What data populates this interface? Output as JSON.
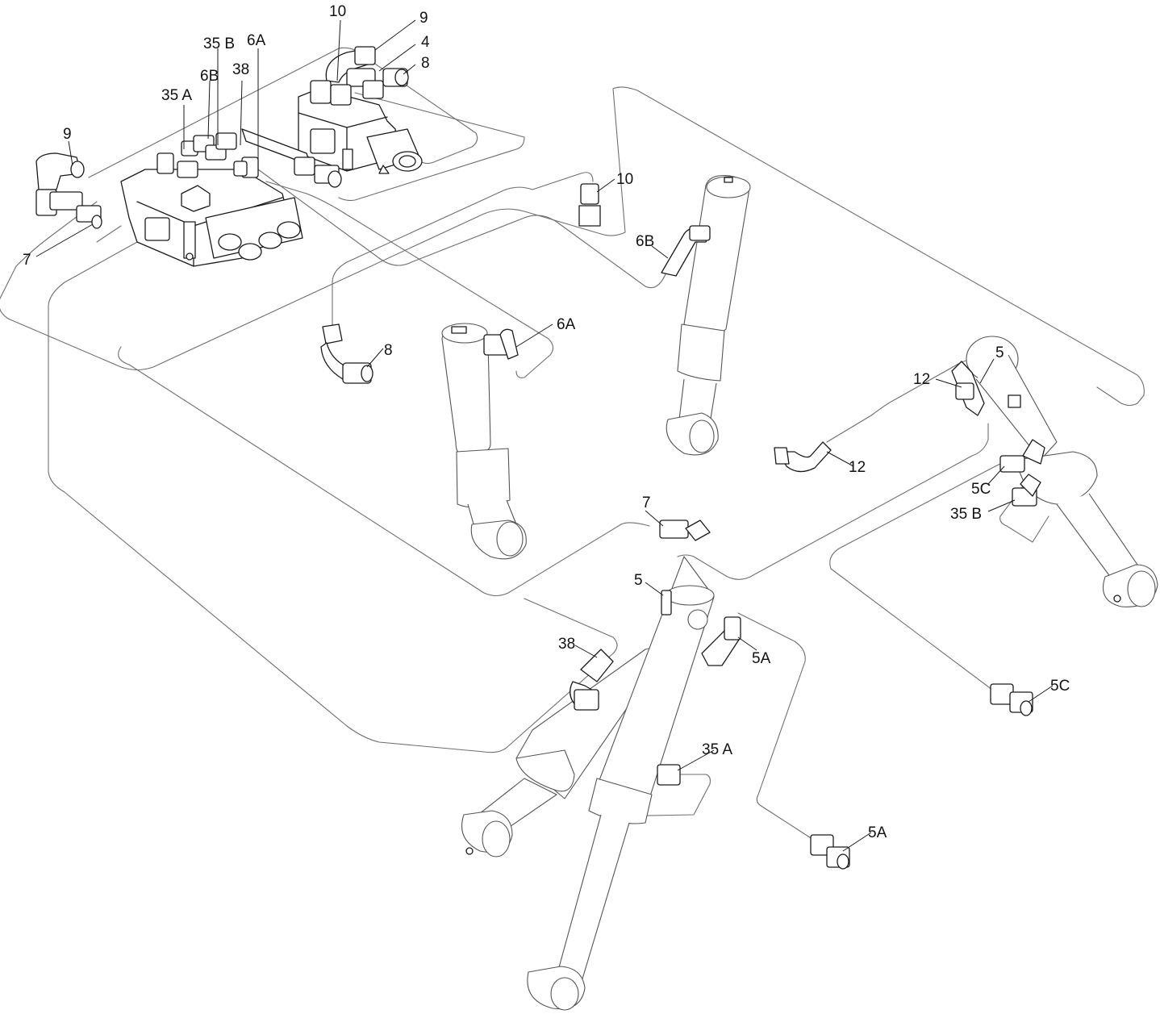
{
  "diagram": {
    "title": "",
    "callouts": [
      {
        "id": "c-10-top",
        "text": "10"
      },
      {
        "id": "c-9-top",
        "text": "9"
      },
      {
        "id": "c-4",
        "text": "4"
      },
      {
        "id": "c-8-top",
        "text": "8"
      },
      {
        "id": "c-35b-top",
        "text": "35 B"
      },
      {
        "id": "c-6a-top",
        "text": "6A"
      },
      {
        "id": "c-6b-top",
        "text": "6B"
      },
      {
        "id": "c-38-top",
        "text": "38"
      },
      {
        "id": "c-35a-top",
        "text": "35 A"
      },
      {
        "id": "c-9-left",
        "text": "9"
      },
      {
        "id": "c-7-left",
        "text": "7"
      },
      {
        "id": "c-10-mid",
        "text": "10"
      },
      {
        "id": "c-6b-mid",
        "text": "6B"
      },
      {
        "id": "c-8-mid",
        "text": "8"
      },
      {
        "id": "c-6a-mid",
        "text": "6A"
      },
      {
        "id": "c-5-right",
        "text": "5"
      },
      {
        "id": "c-12-a",
        "text": "12"
      },
      {
        "id": "c-12-b",
        "text": "12"
      },
      {
        "id": "c-5c-right",
        "text": "5C"
      },
      {
        "id": "c-35b-right",
        "text": "35 B"
      },
      {
        "id": "c-7-mid",
        "text": "7"
      },
      {
        "id": "c-5-center",
        "text": "5"
      },
      {
        "id": "c-38-bottom",
        "text": "38"
      },
      {
        "id": "c-5a-center",
        "text": "5A"
      },
      {
        "id": "c-5c-bottom",
        "text": "5C"
      },
      {
        "id": "c-35a-bottom",
        "text": "35 A"
      },
      {
        "id": "c-5a-bottom",
        "text": "5A"
      }
    ]
  }
}
